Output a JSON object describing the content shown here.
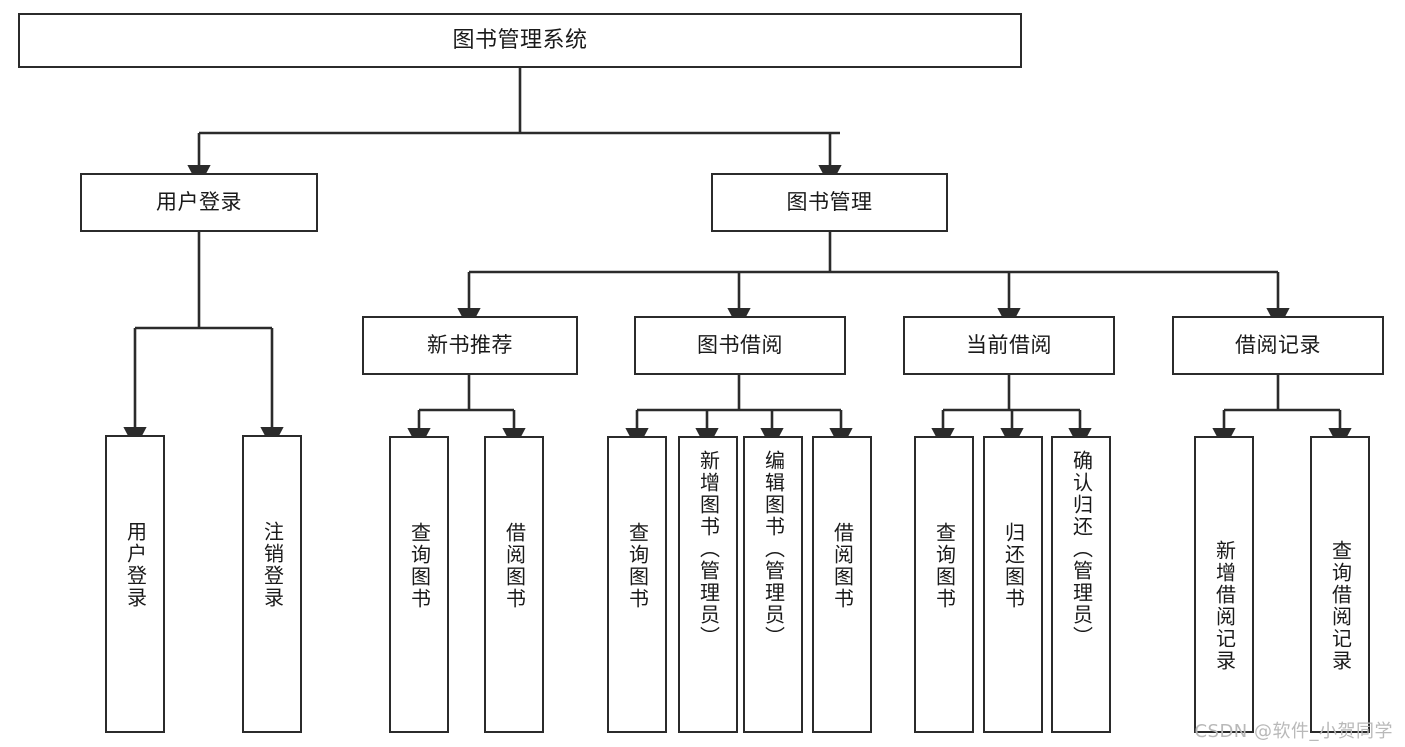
{
  "diagram": {
    "title": "图书管理系统",
    "watermark": "CSDN @软件_小贺同学",
    "stroke_color": "#2b2b2b",
    "background_color": "#ffffff",
    "text_color": "#1a1a1a",
    "watermark_color": "#b9b9b9",
    "type": "tree",
    "levels": 4,
    "nodes": {
      "root": {
        "label": "图书管理系统"
      },
      "level2": [
        {
          "label": "用户登录"
        },
        {
          "label": "图书管理"
        }
      ],
      "level3": [
        {
          "label": "新书推荐"
        },
        {
          "label": "图书借阅"
        },
        {
          "label": "当前借阅"
        },
        {
          "label": "借阅记录"
        }
      ],
      "leaves_user_login": [
        {
          "label": "用户登录"
        },
        {
          "label": "注销登录"
        }
      ],
      "leaves_new_book": [
        {
          "label": "查询图书"
        },
        {
          "label": "借阅图书"
        }
      ],
      "leaves_borrow": [
        {
          "label": "查询图书"
        },
        {
          "label": "新增图书（管理员）"
        },
        {
          "label": "编辑图书（管理员）"
        },
        {
          "label": "借阅图书"
        }
      ],
      "leaves_current": [
        {
          "label": "查询图书"
        },
        {
          "label": "归还图书"
        },
        {
          "label": "确认归还（管理员）"
        }
      ],
      "leaves_records": [
        {
          "label": "新增借阅记录"
        },
        {
          "label": "查询借阅记录"
        }
      ]
    },
    "edges": [
      {
        "from": "图书管理系统",
        "to": "用户登录"
      },
      {
        "from": "图书管理系统",
        "to": "图书管理"
      },
      {
        "from": "用户登录",
        "to": "用户登录"
      },
      {
        "from": "用户登录",
        "to": "注销登录"
      },
      {
        "from": "图书管理",
        "to": "新书推荐"
      },
      {
        "from": "图书管理",
        "to": "图书借阅"
      },
      {
        "from": "图书管理",
        "to": "当前借阅"
      },
      {
        "from": "图书管理",
        "to": "借阅记录"
      },
      {
        "from": "新书推荐",
        "to": "查询图书"
      },
      {
        "from": "新书推荐",
        "to": "借阅图书"
      },
      {
        "from": "图书借阅",
        "to": "查询图书"
      },
      {
        "from": "图书借阅",
        "to": "新增图书（管理员）"
      },
      {
        "from": "图书借阅",
        "to": "编辑图书（管理员）"
      },
      {
        "from": "图书借阅",
        "to": "借阅图书"
      },
      {
        "from": "当前借阅",
        "to": "查询图书"
      },
      {
        "from": "当前借阅",
        "to": "归还图书"
      },
      {
        "from": "当前借阅",
        "to": "确认归还（管理员）"
      },
      {
        "from": "借阅记录",
        "to": "新增借阅记录"
      },
      {
        "from": "借阅记录",
        "to": "查询借阅记录"
      }
    ]
  }
}
